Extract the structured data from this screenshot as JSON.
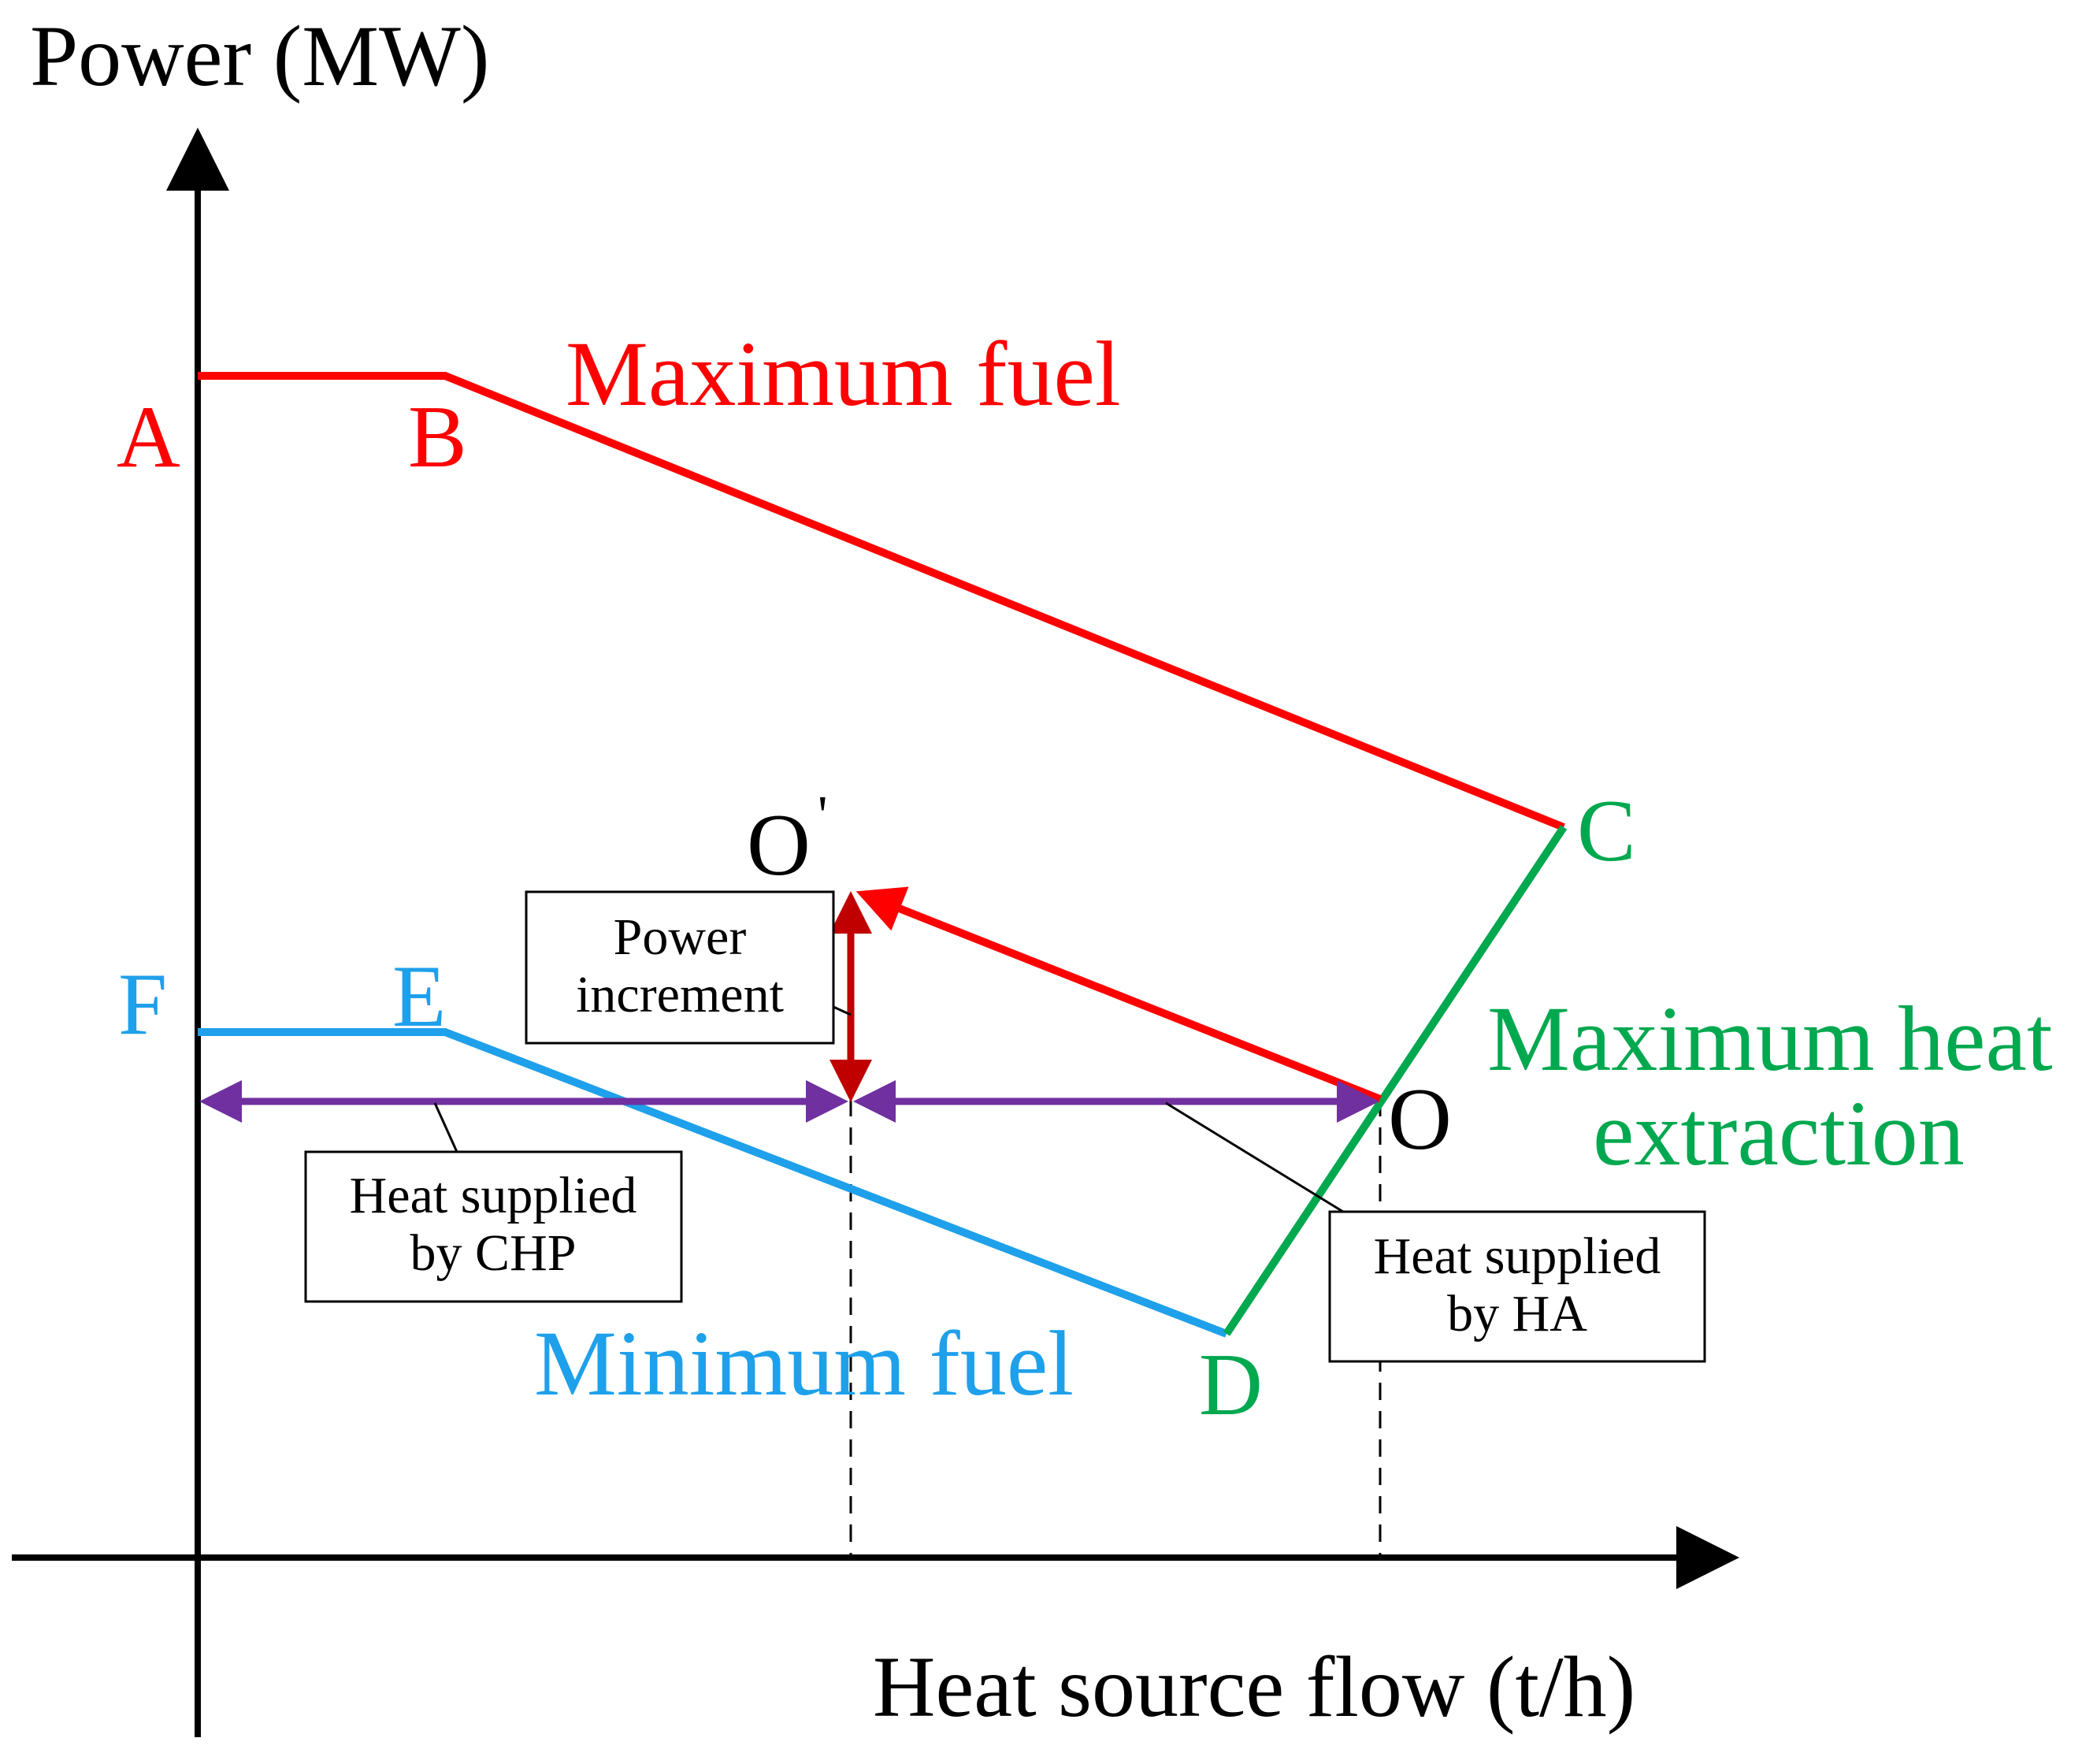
{
  "axes": {
    "y_label": "Power (MW)",
    "x_label": "Heat source flow (t/h)"
  },
  "curves": {
    "max_fuel": {
      "label": "Maximum fuel",
      "color": "#ff0000"
    },
    "min_fuel": {
      "label": "Minimum fuel",
      "color": "#1fa0ea"
    },
    "max_heat": {
      "line1": "Maximum heat",
      "line2": "extraction",
      "color": "#00a84f"
    }
  },
  "points": {
    "A": "A",
    "B": "B",
    "C": "C",
    "D": "D",
    "E": "E",
    "F": "F",
    "O": "O",
    "O_prime": "O"
  },
  "prime_mark": "'",
  "boxes": {
    "power_increment": {
      "line1": "Power",
      "line2": "increment"
    },
    "heat_chp": {
      "line1": "Heat supplied",
      "line2": "by CHP"
    },
    "heat_ha": {
      "line1": "Heat supplied",
      "line2": "by HA"
    }
  },
  "colors": {
    "axis": "#000000",
    "arrow_red": "#ff0000",
    "arrow_dark_red": "#c00000",
    "arrow_purple": "#7030a0"
  }
}
